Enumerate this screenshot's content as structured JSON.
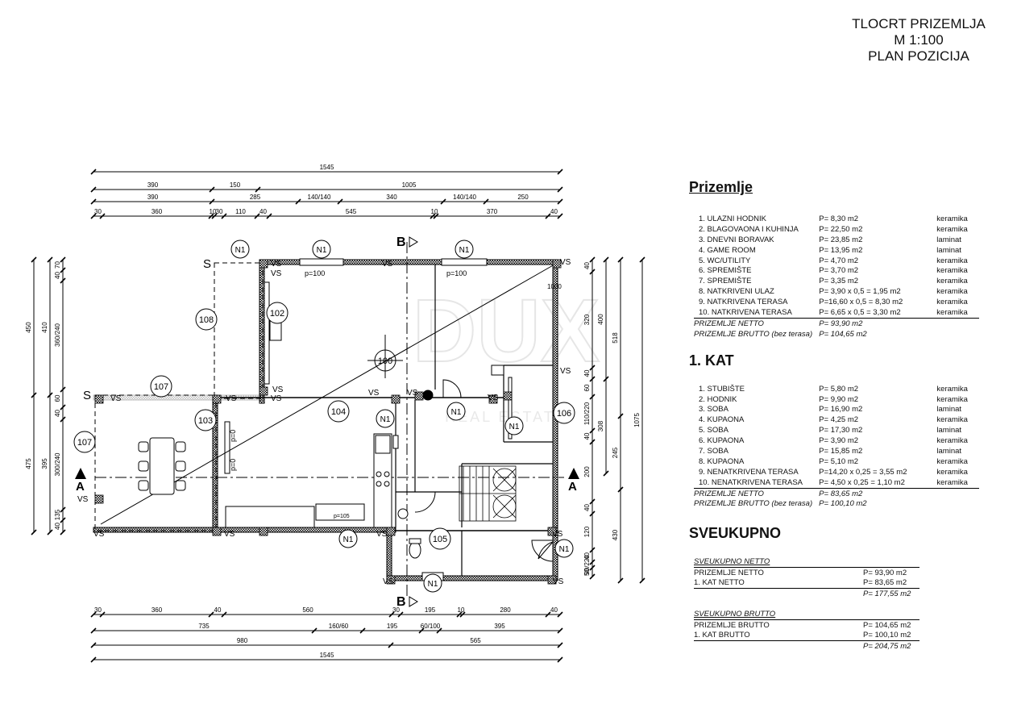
{
  "title": {
    "line1": "TLOCRT PRIZEMLJA",
    "line2": "M 1:100",
    "line3": "PLAN POZICIJA"
  },
  "watermark": {
    "brand": "DUX",
    "sub": "REAL ESTATE"
  },
  "dimensions": {
    "top_total": "1545",
    "top_row2": [
      "390",
      "150",
      "1005"
    ],
    "top_row3": [
      "390",
      "285",
      "140/140",
      "340",
      "140/140",
      "250"
    ],
    "top_row4": [
      "30",
      "360",
      "10",
      "30",
      "110",
      "40",
      "545",
      "10",
      "370",
      "40"
    ],
    "bottom_row1": [
      "30",
      "360",
      "40",
      "560",
      "30",
      "195",
      "10",
      "280",
      "40"
    ],
    "bottom_row2": [
      "735",
      "160/60",
      "195",
      "60/100",
      "395"
    ],
    "bottom_row3": [
      "980",
      "565"
    ],
    "bottom_total": "1545",
    "left_outer": [
      "450",
      "475"
    ],
    "left_mid": [
      "410",
      "395"
    ],
    "left_inner": [
      "70",
      "40",
      "360/240",
      "60",
      "40",
      "300/240",
      "135",
      "40"
    ],
    "right_outer": "1075",
    "right_mid": [
      "518",
      "245",
      "430"
    ],
    "right_r2": [
      "400",
      "308"
    ],
    "right_inner": [
      "40",
      "320",
      "40",
      "60",
      "110/220",
      "40",
      "200",
      "40",
      "120",
      "40",
      "90/220",
      "50",
      "40"
    ]
  },
  "plan_labels": {
    "rooms": [
      "100",
      "102",
      "103",
      "104",
      "105",
      "106",
      "107",
      "107",
      "108"
    ],
    "n1": "N1",
    "vs": "VS",
    "s": "S",
    "section_a": "A",
    "section_b": "B",
    "p100": "p=100",
    "p0": "p=0",
    "p105": "p=105",
    "rail": "1000"
  },
  "prizemlje": {
    "heading": "Prizemlje",
    "rows": [
      {
        "name": "1. ULAZNI HODNIK",
        "calc": "P=  8,30 m2",
        "mat": "keramika"
      },
      {
        "name": "2. BLAGOVAONA I KUHINJA",
        "calc": "P= 22,50 m2",
        "mat": "keramika"
      },
      {
        "name": "3. DNEVNI BORAVAK",
        "calc": "P= 23,85 m2",
        "mat": "laminat"
      },
      {
        "name": "4. GAME ROOM",
        "calc": "P= 13,95 m2",
        "mat": "laminat"
      },
      {
        "name": "5. WC/UTILITY",
        "calc": "P=  4,70 m2",
        "mat": "keramika"
      },
      {
        "name": "6. SPREMIŠTE",
        "calc": "P=  3,70 m2",
        "mat": "keramika"
      },
      {
        "name": "7. SPREMIŠTE",
        "calc": "P=  3,35 m2",
        "mat": "keramika"
      },
      {
        "name": "8. NATKRIVENI ULAZ",
        "calc": "P= 3,90 x 0,5 =  1,95 m2",
        "mat": "keramika"
      },
      {
        "name": "9. NATKRIVENA TERASA",
        "calc": "P=16,60 x 0,5 =  8,30 m2",
        "mat": "keramika"
      },
      {
        "name": "10. NATKRIVENA TERASA",
        "calc": "P= 6,65 x 0,5 =  3,30 m2",
        "mat": "keramika"
      }
    ],
    "netto_label": "PRIZEMLJE NETTO",
    "netto_value": "P=  93,90 m2",
    "brutto_label": "PRIZEMLJE  BRUTTO (bez terasa)",
    "brutto_value": "P= 104,65 m2"
  },
  "kat": {
    "heading": "1. KAT",
    "rows": [
      {
        "name": "1. STUBIŠTE",
        "calc": "P=  5,80 m2",
        "mat": "keramika"
      },
      {
        "name": "2. HODNIK",
        "calc": "P=  9,90 m2",
        "mat": "keramika"
      },
      {
        "name": "3. SOBA",
        "calc": "P= 16,90 m2",
        "mat": "laminat"
      },
      {
        "name": "4. KUPAONA",
        "calc": "P=  4,25 m2",
        "mat": "keramika"
      },
      {
        "name": "5. SOBA",
        "calc": "P= 17,30 m2",
        "mat": "laminat"
      },
      {
        "name": "6. KUPAONA",
        "calc": "P=  3,90 m2",
        "mat": "keramika"
      },
      {
        "name": "7. SOBA",
        "calc": "P= 15,85 m2",
        "mat": "laminat"
      },
      {
        "name": "8. KUPAONA",
        "calc": "P=  5,10 m2",
        "mat": "keramika"
      },
      {
        "name": "9. NENATKRIVENA TERASA",
        "calc": "P=14,20 x 0,25 = 3,55 m2",
        "mat": "keramika"
      },
      {
        "name": "10. NENATKRIVENA TERASA",
        "calc": "P= 4,50 x 0,25 = 1,10 m2",
        "mat": "keramika"
      }
    ],
    "netto_label": "PRIZEMLJE  NETTO",
    "netto_value": "P=  83,65 m2",
    "brutto_label": "PRIZEMLJE  BRUTTO (bez terasa)",
    "brutto_value": "P= 100,10 m2"
  },
  "sveukupno": {
    "heading": "SVEUKUPNO",
    "netto_head": "SVEUKUPNO NETTO",
    "netto_rows": [
      {
        "name": "PRIZEMLJE NETTO",
        "value": "P=  93,90 m2"
      },
      {
        "name": "1. KAT NETTO",
        "value": "P=  83,65 m2"
      }
    ],
    "netto_sum": "P= 177,55 m2",
    "brutto_head": "SVEUKUPNO BRUTTO",
    "brutto_rows": [
      {
        "name": "PRIZEMLJE BRUTTO",
        "value": "P= 104,65 m2"
      },
      {
        "name": "1. KAT BRUTTO",
        "value": "P= 100,10 m2"
      }
    ],
    "brutto_sum": "P= 204,75 m2"
  }
}
